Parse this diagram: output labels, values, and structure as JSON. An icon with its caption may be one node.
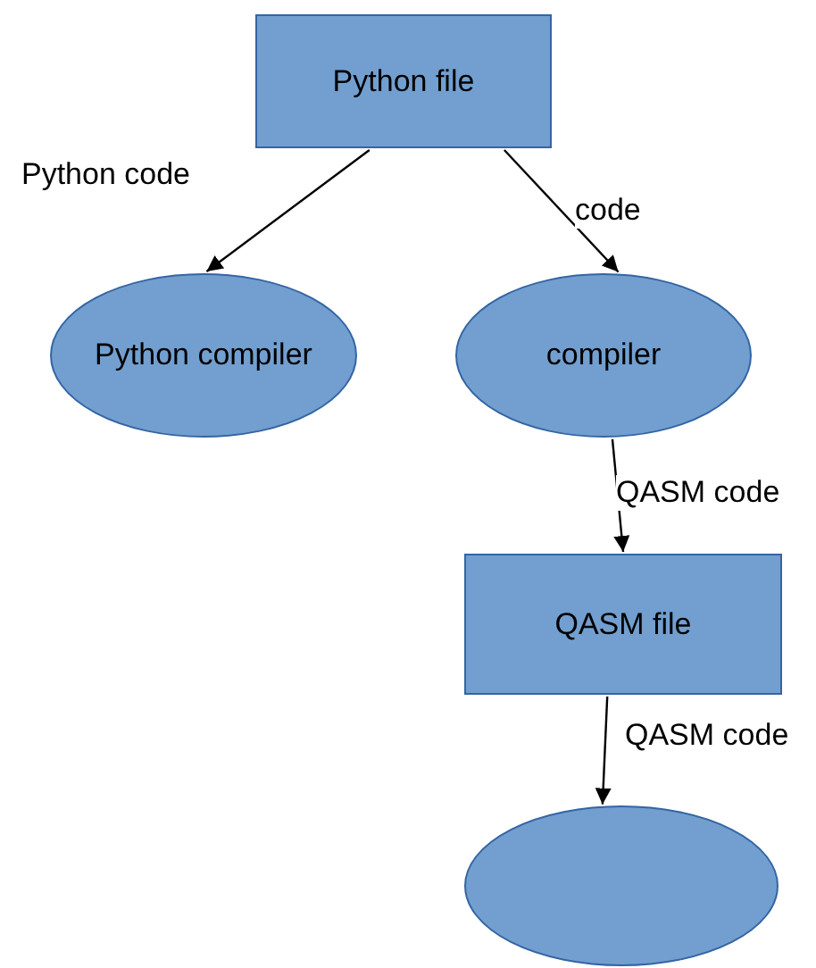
{
  "diagram": {
    "nodes": [
      {
        "text": [
          "Python file"
        ]
      },
      {
        "text": [
          "Python compiler"
        ]
      },
      {
        "text": [
          "compiler"
        ]
      },
      {
        "text": [
          "QASM file"
        ]
      },
      {
        "text": [],
        "shape": "circle"
      }
    ],
    "edges": [
      {
        "from": 0,
        "to": 1,
        "arrow": "to",
        "label": "Python code"
      },
      {
        "from": 0,
        "to": 2,
        "arrow": "to",
        "label": "code"
      },
      {
        "from": 2,
        "to": 3,
        "arrow": "to",
        "label": "QASM code"
      },
      {
        "from": 3,
        "to": 4,
        "arrow": "to",
        "label": "QASM code"
      }
    ]
  }
}
